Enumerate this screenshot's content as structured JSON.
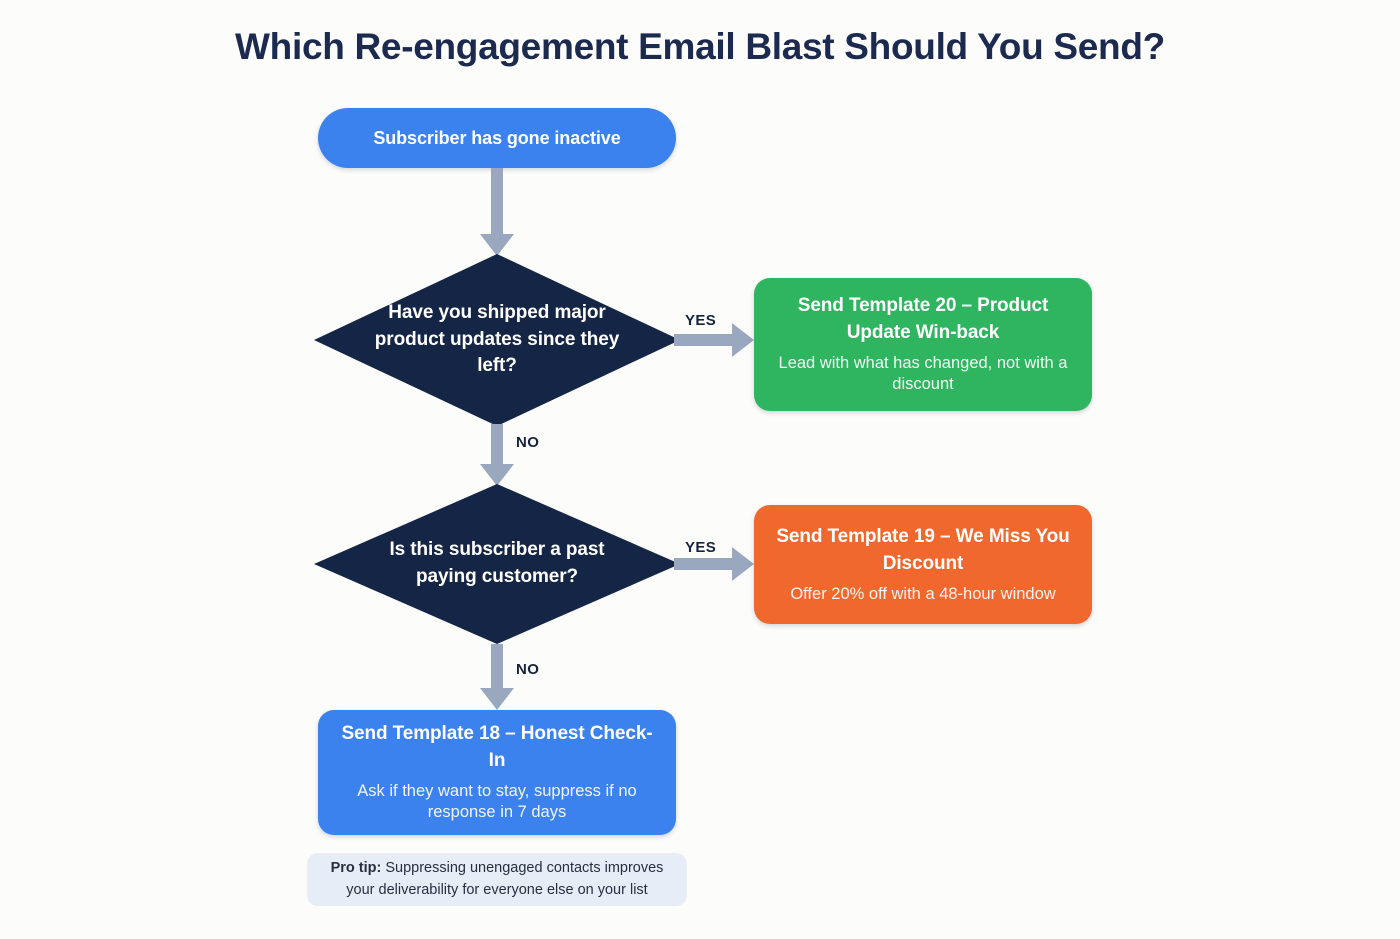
{
  "title": "Which Re-engagement Email Blast Should You Send?",
  "colors": {
    "background": "#fcfcfa",
    "title": "#1b2a4e",
    "decision": "#152545",
    "arrow": "#99a8bf",
    "start": "#3b82ef",
    "green": "#2fb45f",
    "orange": "#f0682e",
    "blue": "#3b82ef",
    "tip_background": "#e7edf6"
  },
  "start_node": {
    "label": "Subscriber has gone inactive"
  },
  "decisions": [
    {
      "id": "decision-1",
      "text": "Have you shipped major product updates since they left?"
    },
    {
      "id": "decision-2",
      "text": "Is this subscriber a past paying customer?"
    }
  ],
  "edges": [
    {
      "id": "edge-yes-1",
      "label": "YES"
    },
    {
      "id": "edge-no-1",
      "label": "NO"
    },
    {
      "id": "edge-yes-2",
      "label": "YES"
    },
    {
      "id": "edge-no-2",
      "label": "NO"
    }
  ],
  "outcomes": [
    {
      "id": "outcome-template-20",
      "title": "Send Template 20 – Product Update Win-back",
      "subtitle": "Lead with what has changed, not with a discount"
    },
    {
      "id": "outcome-template-19",
      "title": "Send Template 19 – We Miss You Discount",
      "subtitle": "Offer 20% off with a 48-hour window"
    },
    {
      "id": "outcome-template-18",
      "title": "Send Template 18 – Honest Check-In",
      "subtitle": "Ask if they want to stay, suppress if no response in 7 days"
    }
  ],
  "tip": {
    "prefix": "Pro tip:",
    "text": " Suppressing unengaged contacts improves your deliverability for everyone else on your list"
  }
}
